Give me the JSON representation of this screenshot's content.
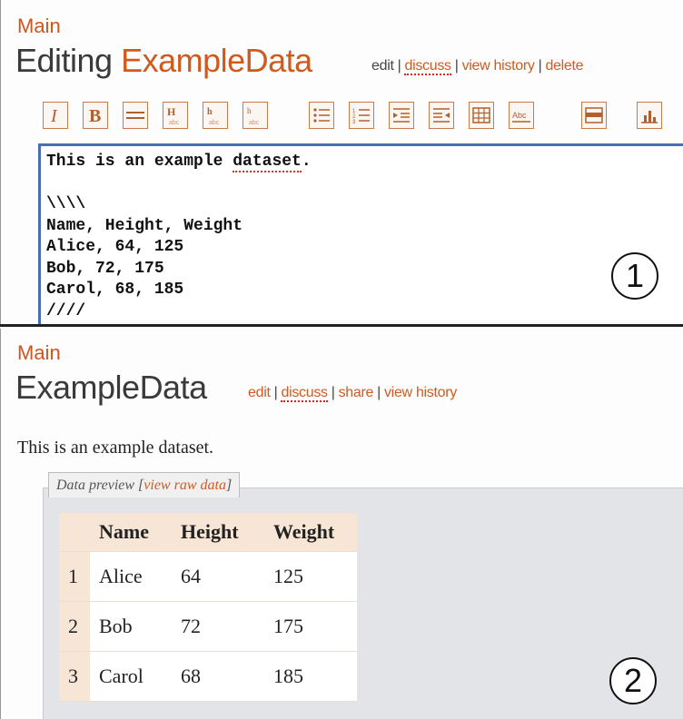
{
  "edit_view": {
    "breadcrumb": "Main",
    "title_prefix": "Editing",
    "title_name": "ExampleData",
    "actions": {
      "edit": "edit",
      "discuss": "discuss",
      "view_history": "view history",
      "delete": "delete"
    },
    "toolbar_icons": [
      "italic-icon",
      "bold-icon",
      "horizontal-rule-icon",
      "heading1-icon",
      "heading2-icon",
      "heading3-icon",
      "bullet-list-icon",
      "numbered-list-icon",
      "indent-icon",
      "outdent-icon",
      "table-icon",
      "abc-icon",
      "dataset-icon",
      "chart-icon"
    ],
    "editor_lines": [
      "This is an example dataset.",
      "",
      "\\\\\\\\",
      "Name, Height, Weight",
      "Alice, 64, 125",
      "Bob, 72, 175",
      "Carol, 68, 185",
      "////"
    ],
    "marker": "1"
  },
  "view_page": {
    "breadcrumb": "Main",
    "title": "ExampleData",
    "actions": {
      "edit": "edit",
      "discuss": "discuss",
      "share": "share",
      "view_history": "view history"
    },
    "description": "This is an example dataset.",
    "preview": {
      "label": "Data preview [",
      "link": "view raw data",
      "label_end": "]"
    },
    "table": {
      "headers": [
        "Name",
        "Height",
        "Weight"
      ],
      "rows": [
        {
          "index": "1",
          "name": "Alice",
          "height": "64",
          "weight": "125"
        },
        {
          "index": "2",
          "name": "Bob",
          "height": "72",
          "weight": "175"
        },
        {
          "index": "3",
          "name": "Carol",
          "height": "68",
          "weight": "185"
        }
      ]
    },
    "marker": "2"
  },
  "colors": {
    "accent": "#cf5a1e",
    "editor_border": "#4a6fb0",
    "table_header": "#f7e6d6",
    "preview_bg": "#e2e4e7"
  }
}
